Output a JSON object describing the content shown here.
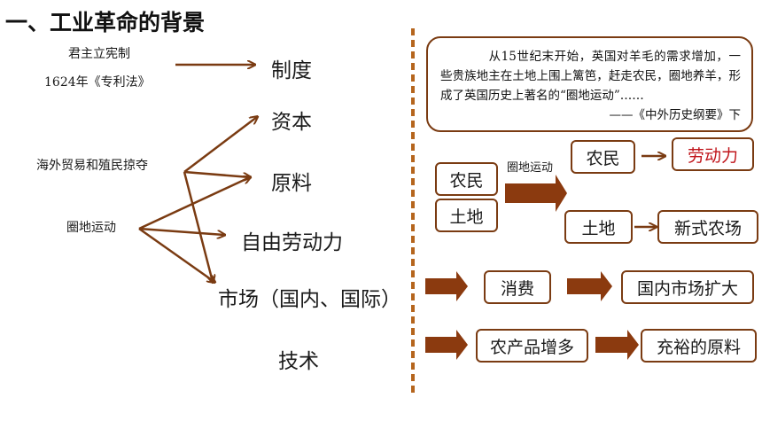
{
  "title": "一、工业革命的背景",
  "left": {
    "constitution": "君主立宪制",
    "patent_law": "1624年《专利法》",
    "system": "制度",
    "capital": "资本",
    "overseas": "海外贸易和殖民掠夺",
    "raw_material": "原料",
    "enclosure": "圈地运动",
    "free_labor": "自由劳动力",
    "market": "市场（国内、国际）",
    "technology": "技术"
  },
  "quote": {
    "text": "从15世纪末开始，英国对羊毛的需求增加，一些贵族地主在土地上围上篱笆，赶走农民，圈地养羊，形成了英国历史上著名的“圈地运动”……",
    "source": "——《中外历史纲要》下"
  },
  "right": {
    "peasant": "农民",
    "land": "土地",
    "arrow_label": "圈地运动",
    "peasant2": "农民",
    "labor": "劳动力",
    "land2": "土地",
    "new_farm": "新式农场",
    "consume": "消费",
    "domestic_market": "国内市场扩大",
    "agri_more": "农产品增多",
    "ample_material": "充裕的原料"
  },
  "colors": {
    "accent": "#7a3b12",
    "divider": "#b5651d",
    "highlight": "#c0151b"
  }
}
